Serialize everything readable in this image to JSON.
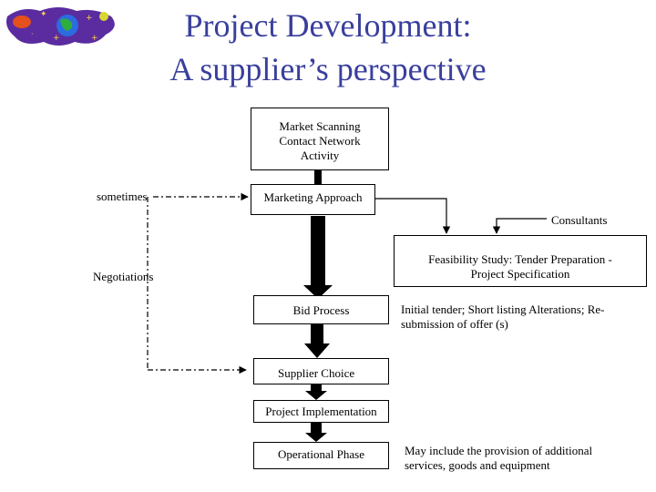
{
  "title": {
    "line1": "Project Development:",
    "line2": "A supplier’s perspective"
  },
  "boxes": {
    "market": [
      "Market Scanning",
      "Contact Network",
      "Activity"
    ],
    "marketing": "Marketing Approach",
    "feasibility": [
      "Feasibility Study: Tender Preparation -",
      "Project Specification"
    ],
    "bid": "Bid Process",
    "supplier_choice": "Supplier Choice",
    "implementation": "Project Implementation",
    "operational": "Operational Phase"
  },
  "labels": {
    "sometimes": "sometimes",
    "negotiations": "Negotiations",
    "consultants": "Consultants",
    "initial_tender": [
      "Initial tender;  Short listing Alterations;  Re-",
      "submission of offer (s)"
    ],
    "may_include": [
      "May include the provision of additional",
      "services, goods and equipment"
    ]
  },
  "colors": {
    "title": "#3a3f9c",
    "logo_bg": "#5a2ca0",
    "stroke": "#000000"
  }
}
